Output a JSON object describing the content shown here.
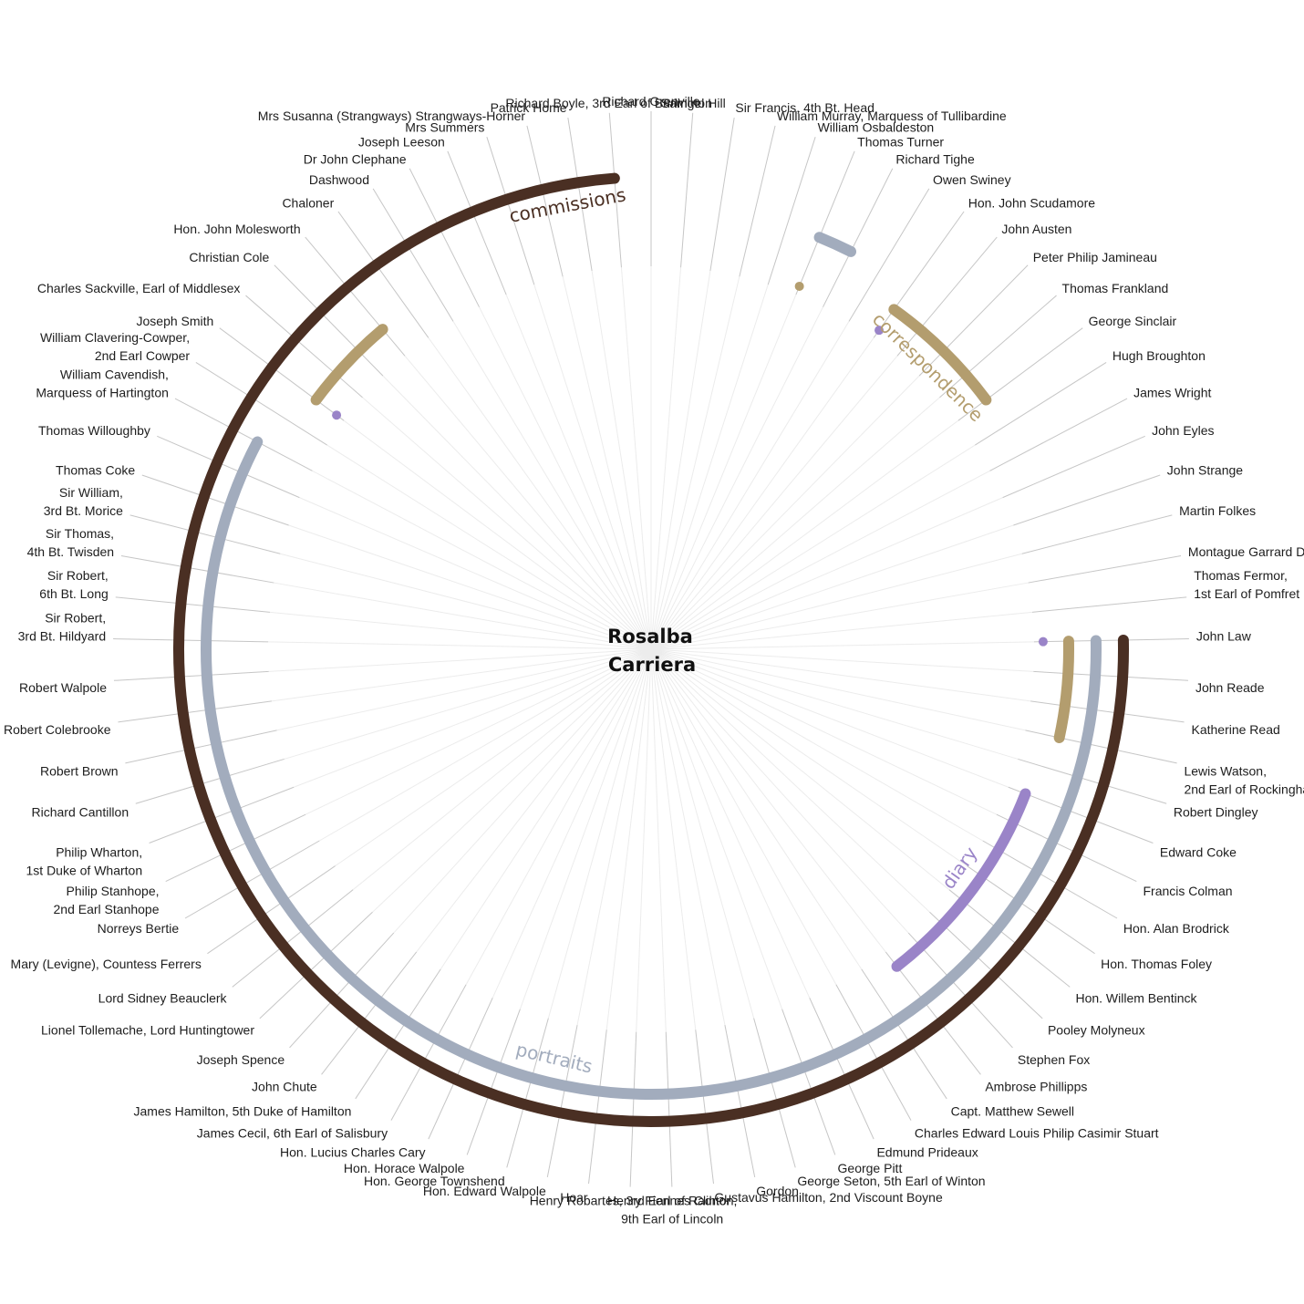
{
  "center": {
    "lines": [
      "Rosalba",
      "Carriera"
    ]
  },
  "colors": {
    "commissions": "#4a2f23",
    "portraits": "#a2acbd",
    "correspondence": "#b39d6e",
    "diary": "#9a84c8",
    "spoke": "#c6c6c6"
  },
  "people": [
    {
      "lines": [
        "Richard Grenville"
      ]
    },
    {
      "lines": [
        "Samuel Hill"
      ]
    },
    {
      "lines": [
        "Sir Francis, 4th Bt. Head"
      ]
    },
    {
      "lines": [
        "William Murray, Marquess of Tullibardine"
      ]
    },
    {
      "lines": [
        "William Osbaldeston"
      ]
    },
    {
      "lines": [
        "Thomas Turner"
      ]
    },
    {
      "lines": [
        "Richard Tighe"
      ]
    },
    {
      "lines": [
        "Owen Swiney"
      ]
    },
    {
      "lines": [
        "Hon. John Scudamore"
      ]
    },
    {
      "lines": [
        "John Austen"
      ]
    },
    {
      "lines": [
        "Peter Philip Jamineau"
      ]
    },
    {
      "lines": [
        "Thomas Frankland"
      ]
    },
    {
      "lines": [
        "George Sinclair"
      ]
    },
    {
      "lines": [
        "Hugh Broughton"
      ]
    },
    {
      "lines": [
        "James Wright"
      ]
    },
    {
      "lines": [
        "John Eyles"
      ]
    },
    {
      "lines": [
        "John Strange"
      ]
    },
    {
      "lines": [
        "Martin Folkes"
      ]
    },
    {
      "lines": [
        "Montague Garrard Drake"
      ]
    },
    {
      "lines": [
        "Thomas Fermor,",
        "1st Earl of Pomfret"
      ]
    },
    {
      "lines": [
        "John Law"
      ]
    },
    {
      "lines": [
        "John Reade"
      ]
    },
    {
      "lines": [
        "Katherine Read"
      ]
    },
    {
      "lines": [
        "Lewis Watson,",
        "2nd Earl of Rockingham"
      ]
    },
    {
      "lines": [
        "Robert Dingley"
      ]
    },
    {
      "lines": [
        "Edward Coke"
      ]
    },
    {
      "lines": [
        "Francis Colman"
      ]
    },
    {
      "lines": [
        "Hon. Alan Brodrick"
      ]
    },
    {
      "lines": [
        "Hon. Thomas Foley"
      ]
    },
    {
      "lines": [
        "Hon. Willem Bentinck"
      ]
    },
    {
      "lines": [
        "Pooley Molyneux"
      ]
    },
    {
      "lines": [
        "Stephen Fox"
      ]
    },
    {
      "lines": [
        "Ambrose Phillipps"
      ]
    },
    {
      "lines": [
        "Capt. Matthew Sewell"
      ]
    },
    {
      "lines": [
        "Charles Edward Louis Philip Casimir Stuart"
      ]
    },
    {
      "lines": [
        "Edmund Prideaux"
      ]
    },
    {
      "lines": [
        "George Pitt"
      ]
    },
    {
      "lines": [
        "George Seton, 5th Earl of Winton"
      ]
    },
    {
      "lines": [
        "Gordon"
      ]
    },
    {
      "lines": [
        "Gustavus Hamilton, 2nd Viscount Boyne"
      ]
    },
    {
      "lines": [
        "Henry Fiennes Clinton,",
        "9th Earl of Lincoln"
      ]
    },
    {
      "lines": [
        "Henry Robartes, 3rd Earl of Radnor"
      ]
    },
    {
      "lines": [
        "Hoar"
      ]
    },
    {
      "lines": [
        "Hon. Edward Walpole"
      ]
    },
    {
      "lines": [
        "Hon. George Townshend"
      ]
    },
    {
      "lines": [
        "Hon. Horace Walpole"
      ]
    },
    {
      "lines": [
        "Hon. Lucius Charles Cary"
      ]
    },
    {
      "lines": [
        "James Cecil, 6th Earl of Salisbury"
      ]
    },
    {
      "lines": [
        "James Hamilton, 5th Duke of Hamilton"
      ]
    },
    {
      "lines": [
        "John Chute"
      ]
    },
    {
      "lines": [
        "Joseph Spence"
      ]
    },
    {
      "lines": [
        "Lionel Tollemache, Lord Huntingtower"
      ]
    },
    {
      "lines": [
        "Lord Sidney Beauclerk"
      ]
    },
    {
      "lines": [
        "Mary (Levigne), Countess Ferrers"
      ]
    },
    {
      "lines": [
        "Norreys Bertie"
      ]
    },
    {
      "lines": [
        "Philip Stanhope,",
        "2nd Earl Stanhope"
      ]
    },
    {
      "lines": [
        "Philip Wharton,",
        "1st Duke of Wharton"
      ]
    },
    {
      "lines": [
        "Richard Cantillon"
      ]
    },
    {
      "lines": [
        "Robert Brown"
      ]
    },
    {
      "lines": [
        "Robert Colebrooke"
      ]
    },
    {
      "lines": [
        "Robert Walpole"
      ]
    },
    {
      "lines": [
        "Sir Robert,",
        "3rd Bt. Hildyard"
      ]
    },
    {
      "lines": [
        "Sir Robert,",
        "6th Bt. Long"
      ]
    },
    {
      "lines": [
        "Sir Thomas,",
        "4th Bt. Twisden"
      ]
    },
    {
      "lines": [
        "Sir William,",
        "3rd Bt. Morice"
      ]
    },
    {
      "lines": [
        "Thomas Coke"
      ]
    },
    {
      "lines": [
        "Thomas Willoughby"
      ]
    },
    {
      "lines": [
        "William Cavendish,",
        "Marquess of Hartington"
      ]
    },
    {
      "lines": [
        "William Clavering-Cowper,",
        "2nd Earl Cowper"
      ]
    },
    {
      "lines": [
        "Joseph Smith"
      ]
    },
    {
      "lines": [
        "Charles Sackville, Earl of Middlesex"
      ]
    },
    {
      "lines": [
        "Christian Cole"
      ]
    },
    {
      "lines": [
        "Hon. John Molesworth"
      ]
    },
    {
      "lines": [
        "Chaloner"
      ]
    },
    {
      "lines": [
        "Dashwood"
      ]
    },
    {
      "lines": [
        "Dr John Clephane"
      ]
    },
    {
      "lines": [
        "Joseph Leeson"
      ]
    },
    {
      "lines": [
        "Mrs Summers"
      ]
    },
    {
      "lines": [
        "Mrs Susanna (Strangways) Strangways-Horner"
      ]
    },
    {
      "lines": [
        "Patrick Home"
      ]
    },
    {
      "lines": [
        "Richard Boyle, 3rd Earl of Burlington"
      ]
    }
  ],
  "arcs": [
    {
      "category": "commissions",
      "label": "commissions",
      "ring": 4,
      "segments": [
        [
          20,
          80
        ]
      ]
    },
    {
      "category": "portraits",
      "label": "portraits",
      "ring": 3,
      "segments": [
        [
          20,
          67
        ],
        [
          5,
          6
        ]
      ]
    },
    {
      "category": "correspondence",
      "label": "correspondence",
      "ring": 2,
      "segments": [
        [
          20,
          23
        ],
        [
          8,
          12
        ],
        [
          69,
          72
        ]
      ]
    },
    {
      "category": "diary",
      "label": "diary",
      "ring": 1,
      "segments": [
        [
          25,
          32
        ]
      ]
    }
  ],
  "dots": [
    {
      "category": "diary",
      "ring": 0,
      "index": 20
    },
    {
      "category": "diary",
      "ring": 0,
      "index": 8
    },
    {
      "category": "diary",
      "ring": 0,
      "index": 69
    },
    {
      "category": "correspondence",
      "ring": 0,
      "index": 5
    }
  ]
}
